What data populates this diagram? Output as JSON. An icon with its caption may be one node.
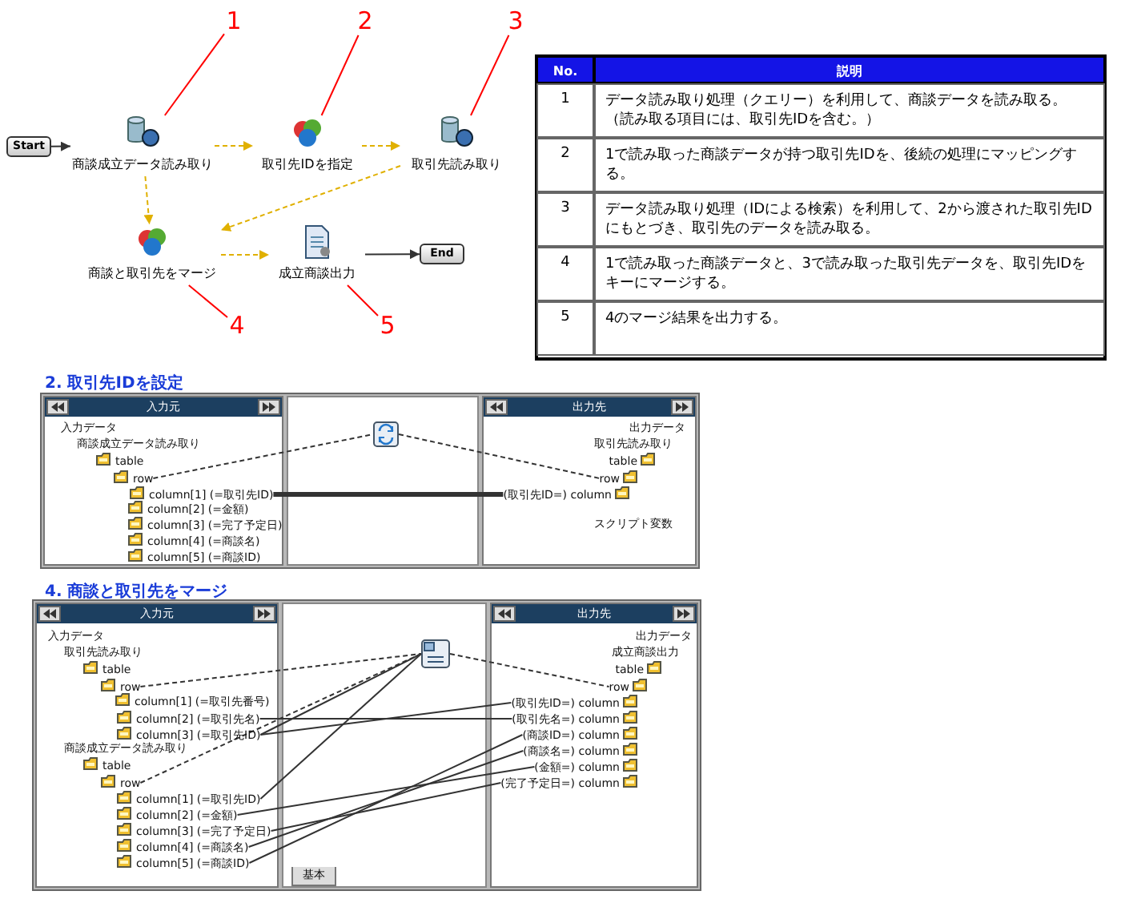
{
  "diagram": {
    "nodes": [
      {
        "text": [
          "Start"
        ]
      },
      {
        "text": [
          "商談成立データ読み取り"
        ]
      },
      {
        "text": [
          "取引先IDを指定"
        ]
      },
      {
        "text": [
          "取引先読み取り"
        ]
      },
      {
        "text": [
          "商談と取引先をマージ"
        ]
      },
      {
        "text": [
          "成立商談出力"
        ]
      },
      {
        "text": [
          "End"
        ]
      },
      {
        "text": [
          "1"
        ]
      },
      {
        "text": [
          "2"
        ]
      },
      {
        "text": [
          "3"
        ]
      },
      {
        "text": [
          "4"
        ]
      },
      {
        "text": [
          "5"
        ]
      },
      {
        "text": [
          "入力元"
        ]
      },
      {
        "text": [],
        "shape": "box"
      },
      {
        "text": [
          "出力先"
        ]
      },
      {
        "text": [
          "row"
        ],
        "in": 12
      },
      {
        "text": [
          "column[1] (=取引先ID)"
        ],
        "in": 12
      },
      {
        "text": [],
        "shape": "picture",
        "in": 13
      },
      {
        "text": [
          "row"
        ],
        "in": 14
      },
      {
        "text": [
          "(取引先ID=) column"
        ],
        "in": 14
      },
      {
        "text": [
          "入力元"
        ]
      },
      {
        "text": [],
        "shape": "box"
      },
      {
        "text": [
          "出力先"
        ]
      },
      {
        "text": [
          "row"
        ],
        "in": 20
      },
      {
        "text": [
          "column[2] (=取引先名)"
        ],
        "in": 20
      },
      {
        "text": [
          "column[3] (=取引先ID)"
        ],
        "in": 20
      },
      {
        "text": [
          "row"
        ],
        "in": 20
      },
      {
        "text": [
          "column[1] (=取引先ID)"
        ],
        "in": 20
      },
      {
        "text": [
          "column[2] (=金額)"
        ],
        "in": 20
      },
      {
        "text": [
          "column[3] (=完了予定日)"
        ],
        "in": 20
      },
      {
        "text": [
          "column[4] (=商談名)"
        ],
        "in": 20
      },
      {
        "text": [
          "column[5] (=商談ID)"
        ],
        "in": 20
      },
      {
        "text": [],
        "shape": "picture",
        "in": 21
      },
      {
        "text": [
          "row"
        ],
        "in": 22
      },
      {
        "text": [
          "(取引先ID=) column"
        ],
        "in": 22
      },
      {
        "text": [
          "(取引先名=) column"
        ],
        "in": 22
      },
      {
        "text": [
          "(商談ID=) column"
        ],
        "in": 22
      },
      {
        "text": [
          "(商談名=) column"
        ],
        "in": 22
      },
      {
        "text": [
          "(金額=) column"
        ],
        "in": 22
      },
      {
        "text": [
          "(完了予定日=) column"
        ],
        "in": 22
      }
    ],
    "edges": [
      {
        "from": 0,
        "to": 1,
        "arrow": "to"
      },
      {
        "from": 1,
        "to": 2,
        "arrow": "to",
        "style": "dashed",
        "color": "#e0b000"
      },
      {
        "from": 2,
        "to": 3,
        "arrow": "to",
        "style": "dashed",
        "color": "#e0b000"
      },
      {
        "from": 1,
        "to": 4,
        "arrow": "to",
        "style": "dashed",
        "color": "#e0b000"
      },
      {
        "from": 3,
        "to": 4,
        "arrow": "to",
        "style": "dashed",
        "color": "#e0b000"
      },
      {
        "from": 4,
        "to": 5,
        "arrow": "to",
        "style": "dashed",
        "color": "#e0b000"
      },
      {
        "from": 5,
        "to": 6,
        "arrow": "to"
      },
      {
        "from": 7,
        "to": 1,
        "arrow": "none",
        "color": "#ff0000"
      },
      {
        "from": 8,
        "to": 2,
        "arrow": "none",
        "color": "#ff0000"
      },
      {
        "from": 9,
        "to": 3,
        "arrow": "none",
        "color": "#ff0000"
      },
      {
        "from": 10,
        "to": 4,
        "arrow": "none",
        "color": "#ff0000"
      },
      {
        "from": 11,
        "to": 5,
        "arrow": "none",
        "color": "#ff0000"
      },
      {
        "from": 15,
        "to": 17,
        "arrow": "none",
        "style": "dashed"
      },
      {
        "from": 17,
        "to": 18,
        "arrow": "none",
        "style": "dashed"
      },
      {
        "from": 16,
        "to": 19,
        "arrow": "none",
        "style": "thick"
      },
      {
        "from": 23,
        "to": 32,
        "arrow": "none",
        "style": "dashed"
      },
      {
        "from": 25,
        "to": 32,
        "arrow": "none"
      },
      {
        "from": 26,
        "to": 32,
        "arrow": "none",
        "style": "dashed"
      },
      {
        "from": 27,
        "to": 32,
        "arrow": "none"
      },
      {
        "from": 32,
        "to": 33,
        "arrow": "none",
        "style": "dashed"
      },
      {
        "from": 25,
        "to": 34,
        "arrow": "none"
      },
      {
        "from": 24,
        "to": 35,
        "arrow": "none"
      },
      {
        "from": 31,
        "to": 36,
        "arrow": "none"
      },
      {
        "from": 30,
        "to": 37,
        "arrow": "none"
      },
      {
        "from": 28,
        "to": 38,
        "arrow": "none"
      },
      {
        "from": 29,
        "to": 39,
        "arrow": "none"
      }
    ],
    "labels": [
      "No.",
      "説明",
      "1",
      "データ読み取り処理（クエリー）を利用して、商談データを読み取る。（読み取る項目には、取引先IDを含む。）",
      "2",
      "1で読み取った商談データが持つ取引先IDを、後続の処理にマッピングする。",
      "3",
      "データ読み取り処理（IDによる検索）を利用して、2から渡された取引先IDにもとづき、取引先のデータを読み取る。",
      "4",
      "1で読み取った商談データと、3で読み取った取引先データを、取引先IDをキーにマージする。",
      "5",
      "4のマージ結果を出力する。",
      "2. 取引先IDを設定",
      "入力データ",
      "商談成立データ読み取り",
      "table",
      "column[2] (=金額)",
      "column[3] (=完了予定日)",
      "column[4] (=商談名)",
      "column[5] (=商談ID)",
      "出力データ",
      "取引先読み取り",
      "table",
      "スクリプト変数",
      "4. 商談と取引先をマージ",
      "入力データ",
      "取引先読み取り",
      "table",
      "column[1] (=取引先番号)",
      "商談成立データ読み取り",
      "table",
      "出力データ",
      "成立商談出力",
      "table",
      "基本"
    ]
  }
}
